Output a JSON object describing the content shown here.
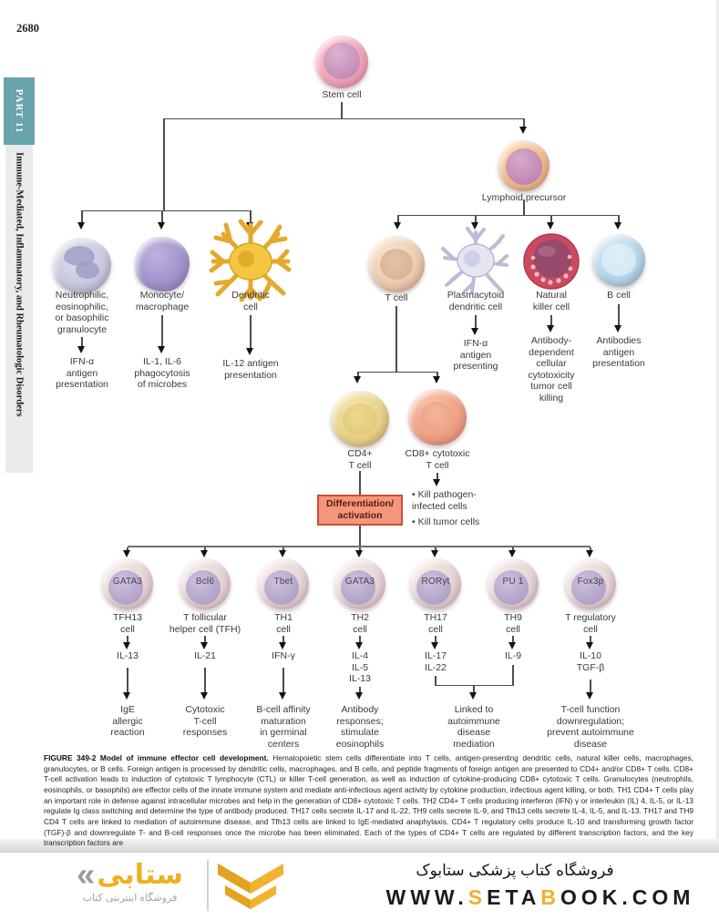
{
  "page": {
    "number": "2680",
    "part_label": "PART 11",
    "part_title": "Immune-Mediated, Inflammatory, and Rheumatologic Disorders"
  },
  "colors": {
    "sidebar_teal": "#68a4ab",
    "sidebar_strip": "#e9eceb",
    "diff_box_fill": "#f4957c",
    "diff_box_border": "#c95038",
    "brand_yellow": "#f0b02c"
  },
  "diagram": {
    "stem_label": "Stem cell",
    "lymphoid_label": "Lymphoid precursor",
    "row1": [
      {
        "name": "Neutrophilic,\neosinophilic,\nor basophilic\ngranulocyte",
        "function": "IFN-α\nantigen\npresentation"
      },
      {
        "name": "Monocyte/\nmacrophage",
        "function": "IL-1, IL-6\nphagocytosis\nof microbes"
      },
      {
        "name": "Dendritic\ncell",
        "function": "IL-12 antigen\npresentation"
      },
      {
        "name": "T cell",
        "function": ""
      },
      {
        "name": "Plasmacytoid\ndendritic cell",
        "function": "IFN-α\nantigen\npresenting"
      },
      {
        "name": "Natural\nkiller cell",
        "function": "Antibody-\ndependent\ncellular\ncytotoxicity\ntumor cell\nkilling"
      },
      {
        "name": "B cell",
        "function": "Antibodies\nantigen\npresentation"
      }
    ],
    "cd4_label": "CD4+\nT cell",
    "cd8_label": "CD8+ cytotoxic\nT cell",
    "cd8_bullet1": "• Kill pathogen-\n  infected cells",
    "cd8_bullet2": "• Kill tumor cells",
    "diff_box_label": "Differentiation/\nactivation",
    "row2": [
      {
        "tf": "GATA3",
        "cell": "TFH13\ncell",
        "cytokines": "IL-13",
        "outcome": "IgE\nallergic\nreaction"
      },
      {
        "tf": "Bcl6",
        "cell": "T follicular\nhelper cell (TFH)",
        "cytokines": "IL-21",
        "outcome": "Cytotoxic\nT-cell\nresponses"
      },
      {
        "tf": "Tbet",
        "cell": "TH1\ncell",
        "cytokines": "IFN-γ",
        "outcome": "B-cell affinity\nmaturation\nin germinal\ncenters"
      },
      {
        "tf": "GATA3",
        "cell": "TH2\ncell",
        "cytokines": "IL-4\nIL-5\nIL-13",
        "outcome": "Antibody\nresponses;\nstimulate\neosinophils"
      },
      {
        "tf": "RORγt",
        "cell": "TH17\ncell",
        "cytokines": "IL-17\nIL-22",
        "outcome": ""
      },
      {
        "tf": "PU 1",
        "cell": "TH9\ncell",
        "cytokines": "IL-9",
        "outcome": ""
      },
      {
        "tf": "Fox3p",
        "cell": "T regulatory\ncell",
        "cytokines": "IL-10\nTGF-β",
        "outcome": "T-cell function\ndownregulation;\nprevent autoimmune\ndisease"
      }
    ],
    "merged_outcome": "Linked to\nautoimmune\ndisease\nmediation"
  },
  "caption": {
    "lead": "FIGURE 349-2 Model of immune effector cell development.",
    "body": " Hematopoietic stem cells differentiate into T cells, antigen-presenting dendritic cells, natural killer cells, macrophages, granulocytes, or B cells. Foreign antigen is processed by dendritic cells, macrophages, and B cells, and peptide fragments of foreign antigen are presented to CD4+ and/or CD8+ T cells. CD8+ T-cell activation leads to induction of cytotoxic T lymphocyte (CTL) or killer T-cell generation, as well as induction of cytokine-producing CD8+ cytotoxic T cells. Granulocytes (neutrophils, eosinophils, or basophils) are effector cells of the innate immune system and mediate anti-infectious agent activity by cytokine production, infectious agent killing, or both. TH1 CD4+ T cells play an important role in defense against intracellular microbes and help in the generation of CD8+ cytotoxic T cells. TH2 CD4+ T cells producing interferon (IFN) γ or interleukin (IL) 4, IL-5, or IL-13 regulate Ig class switching and determine the type of antibody produced. TH17 cells secrete IL-17 and IL-22, TH9 cells secrete IL-9, and Tfh13 cells secrete IL-4, IL-5, and IL-13. TH17 and TH9 CD4 T cells are linked to mediation of autoimmune disease, and Tfh13 cells are linked to IgE-mediated anaphylaxis. CD4+ T regulatory cells produce IL-10 and transforming growth factor (TGF)-β and downregulate T- and B-cell responses once the microbe has been eliminated. Each of the types of CD4+ T cells are regulated by different transcription factors, and the key transcription factors are"
  },
  "footer": {
    "brand_mark": "«",
    "brand_fa": "ستابی",
    "brand_sub_fa": "فروشگاه اینترنتی کتاب",
    "store_title_fa": "فروشگاه کتاب پزشکی ستابوک",
    "url_p1": "WWW.",
    "url_p2": "S",
    "url_p3": "ETA",
    "url_p4": "B",
    "url_p5": "OOK.COM"
  }
}
